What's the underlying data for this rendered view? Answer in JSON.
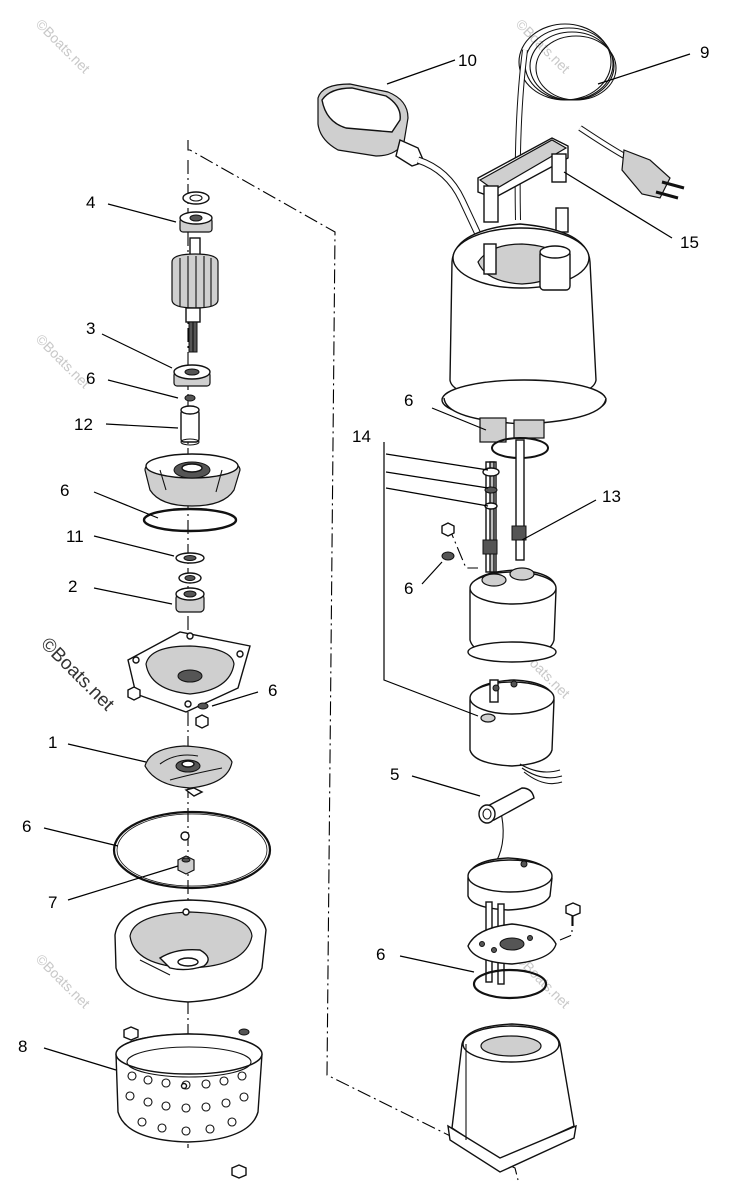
{
  "watermarks": {
    "small": "©Boats.net",
    "main": "©Boats.net"
  },
  "callouts": [
    {
      "id": "c10",
      "number": "10"
    },
    {
      "id": "c9",
      "number": "9"
    },
    {
      "id": "c4",
      "number": "4"
    },
    {
      "id": "c15",
      "number": "15"
    },
    {
      "id": "c3",
      "number": "3"
    },
    {
      "id": "c6a",
      "number": "6"
    },
    {
      "id": "c12",
      "number": "12"
    },
    {
      "id": "c6b",
      "number": "6"
    },
    {
      "id": "c14",
      "number": "14"
    },
    {
      "id": "c6c",
      "number": "6"
    },
    {
      "id": "c13",
      "number": "13"
    },
    {
      "id": "c11",
      "number": "11"
    },
    {
      "id": "c6d",
      "number": "6"
    },
    {
      "id": "c2",
      "number": "2"
    },
    {
      "id": "c6e",
      "number": "6"
    },
    {
      "id": "c1",
      "number": "1"
    },
    {
      "id": "c5",
      "number": "5"
    },
    {
      "id": "c6f",
      "number": "6"
    },
    {
      "id": "c7",
      "number": "7"
    },
    {
      "id": "c6g",
      "number": "6"
    },
    {
      "id": "c8",
      "number": "8"
    }
  ]
}
